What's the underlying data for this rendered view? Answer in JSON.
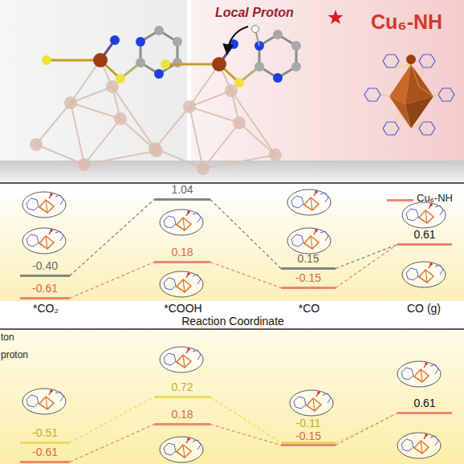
{
  "diagram": {
    "nodes": [
      {
        "text": [
          "-0.40"
        ]
      },
      {
        "text": [
          "-0.61"
        ]
      },
      {
        "text": [
          "1.04"
        ]
      },
      {
        "text": [
          "0.18"
        ]
      },
      {
        "text": [
          "0.15"
        ]
      },
      {
        "text": [
          "-0.15"
        ]
      },
      {
        "text": [
          "0.61"
        ]
      },
      {
        "text": [
          "-0.51"
        ]
      },
      {
        "text": [
          "-0.61"
        ]
      },
      {
        "text": [
          "0.72"
        ]
      },
      {
        "text": [
          "0.18"
        ]
      },
      {
        "text": [
          "-0.11"
        ]
      },
      {
        "text": [
          "-0.15"
        ]
      },
      {
        "text": [
          "0.61"
        ]
      }
    ],
    "edges": [
      {
        "from": 0,
        "to": 2,
        "arrow": "none"
      },
      {
        "from": 2,
        "to": 4,
        "arrow": "none"
      },
      {
        "from": 4,
        "to": 6,
        "arrow": "none"
      },
      {
        "from": 1,
        "to": 3,
        "arrow": "none"
      },
      {
        "from": 3,
        "to": 5,
        "arrow": "none"
      },
      {
        "from": 5,
        "to": 6,
        "arrow": "none"
      },
      {
        "from": 7,
        "to": 9,
        "arrow": "none"
      },
      {
        "from": 9,
        "to": 11,
        "arrow": "none"
      },
      {
        "from": 11,
        "to": 13,
        "arrow": "none"
      },
      {
        "from": 8,
        "to": 10,
        "arrow": "none"
      },
      {
        "from": 10,
        "to": 12,
        "arrow": "none"
      },
      {
        "from": 12,
        "to": 13,
        "arrow": "none"
      }
    ],
    "labels": [
      "Local Proton",
      "Cu₆-NH",
      "*CO₂",
      "*COOH",
      "*CO",
      "CO (g)",
      "Reaction Coordinate"
    ],
    "legend": [
      {
        "text": "Cu₆-NH"
      },
      {
        "text": "ton"
      },
      {
        "text": "proton"
      }
    ]
  }
}
